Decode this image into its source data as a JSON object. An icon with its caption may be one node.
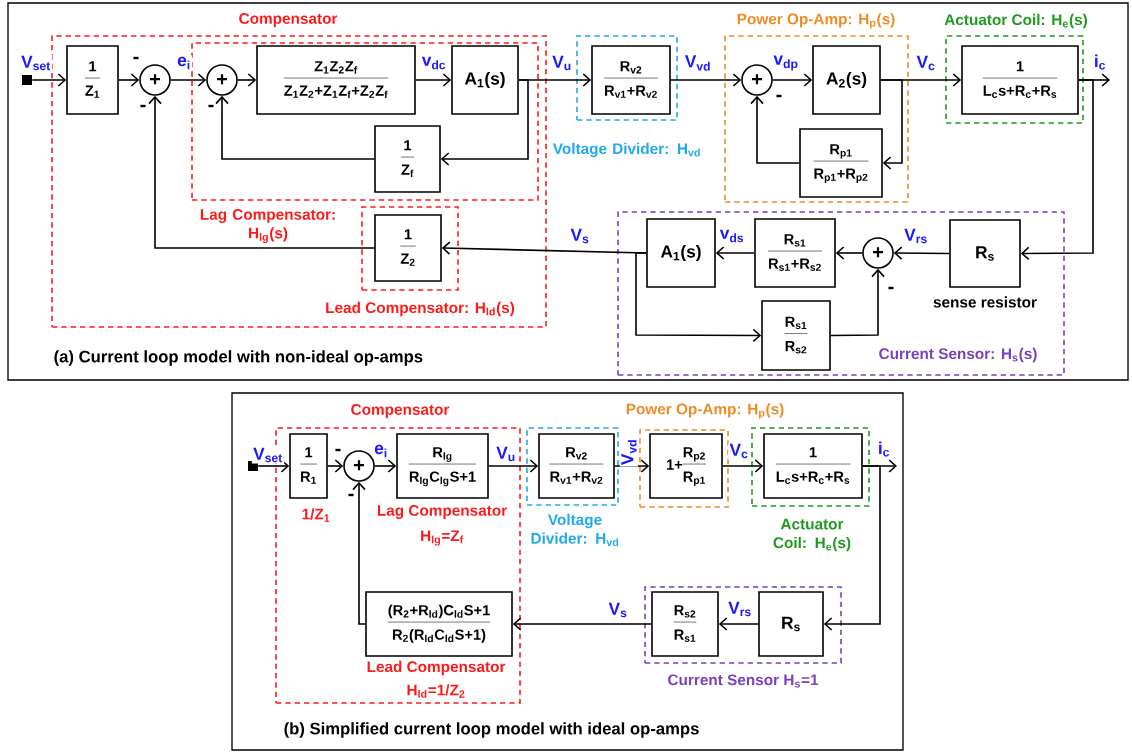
{
  "diagram": {
    "nodes": [
      {
        "text": [
          "(a) Current loop model with non-ideal op-amps"
        ]
      },
      {
        "text": [
          "Compensator"
        ],
        "in": 0
      },
      {
        "text": [
          "Lag Compensator: H$_{lg}$(s)"
        ],
        "in": 1
      },
      {
        "text": [
          "Lead Compensator: H$_{ld}$(s)"
        ],
        "in": 1
      },
      {
        "text": [
          "Voltage Divider: H$_{vd}$"
        ],
        "in": 0
      },
      {
        "text": [
          "Power Op-Amp: H$_{p}$(s)"
        ],
        "in": 0
      },
      {
        "text": [
          "Actuator Coil: H$_{e}$(s)"
        ],
        "in": 0
      },
      {
        "text": [
          "Current Sensor: H$_{s}$(s)"
        ],
        "in": 0
      },
      {
        "text": [],
        "shape": "box",
        "in": 0
      },
      {
        "text": [
          "1",
          "Z$_{1}$"
        ],
        "in": 1
      },
      {
        "text": [
          "+"
        ],
        "in": 1,
        "beside": [
          "-",
          "-"
        ]
      },
      {
        "text": [
          "+"
        ],
        "in": 2,
        "beside": [
          "-"
        ]
      },
      {
        "text": [
          "Z$_{1}$Z$_{2}$Z$_{f}$",
          "Z$_{1}$Z$_{2}$+Z$_{1}$Z$_{f}$+Z$_{2}$Z$_{f}$"
        ],
        "in": 2
      },
      {
        "text": [
          "A$_{1}$(s)"
        ],
        "in": 2
      },
      {
        "text": [
          "1",
          "Z$_{f}$"
        ],
        "in": 2
      },
      {
        "text": [
          "1",
          "Z$_{2}$"
        ],
        "in": 3
      },
      {
        "text": [
          "R$_{v2}$",
          "R$_{v1}$+R$_{v2}$"
        ],
        "in": 4
      },
      {
        "text": [
          "+"
        ],
        "in": 5,
        "beside": [
          "-"
        ]
      },
      {
        "text": [
          "A$_{2}$(s)"
        ],
        "in": 5
      },
      {
        "text": [
          "R$_{p1}$",
          "R$_{p1}$+R$_{p2}$"
        ],
        "in": 5
      },
      {
        "text": [
          "1",
          "L$_{c}$s+R$_{c}$+R$_{s}$"
        ],
        "in": 6
      },
      {
        "text": [
          "R$_{s}$"
        ],
        "in": 7,
        "beside": [
          "sense resistor"
        ]
      },
      {
        "text": [
          "+"
        ],
        "in": 7,
        "beside": [
          "-"
        ]
      },
      {
        "text": [
          "R$_{s1}$",
          "R$_{s1}$+R$_{s2}$"
        ],
        "in": 7
      },
      {
        "text": [
          "A$_{1}$(s)"
        ],
        "in": 7
      },
      {
        "text": [
          "R$_{s1}$",
          "R$_{s2}$"
        ],
        "in": 7
      },
      {
        "text": [
          "(b) Simplified current loop model with ideal op-amps"
        ]
      },
      {
        "text": [
          "Compensator"
        ],
        "in": 26
      },
      {
        "text": [
          "Voltage Divider: H$_{vd}$"
        ],
        "in": 26
      },
      {
        "text": [
          "Power Op-Amp: H$_{p}$(s)"
        ],
        "in": 26
      },
      {
        "text": [
          "Actuator Coil: H$_{e}$(s)"
        ],
        "in": 26
      },
      {
        "text": [
          "Current Sensor H$_{s}$=1"
        ],
        "in": 26
      },
      {
        "text": [],
        "shape": "box",
        "in": 26
      },
      {
        "text": [
          "1",
          "R$_{1}$"
        ],
        "in": 27,
        "beside": [
          "1/Z$_{1}$"
        ]
      },
      {
        "text": [
          "+"
        ],
        "in": 27,
        "beside": [
          "-",
          "-"
        ]
      },
      {
        "text": [
          "R$_{lg}$",
          "R$_{lg}$C$_{lg}$S+1"
        ],
        "in": 27,
        "beside": [
          "Lag Compensator",
          "H$_{lg}$=Z$_{f}$"
        ]
      },
      {
        "text": [
          "R$_{v2}$",
          "R$_{v1}$+R$_{v2}$"
        ],
        "in": 28
      },
      {
        "text": [
          "1+",
          "R$_{p2}$",
          "R$_{p1}$"
        ],
        "in": 29
      },
      {
        "text": [
          "1",
          "L$_{c}$s+R$_{c}$+R$_{s}$"
        ],
        "in": 30
      },
      {
        "text": [
          "R$_{s}$"
        ],
        "in": 31
      },
      {
        "text": [
          "R$_{s2}$",
          "R$_{s1}$"
        ],
        "in": 31
      },
      {
        "text": [
          "(R$_{2}$+R$_{ld}$)C$_{ld}$S+1",
          "R$_{2}$(R$_{ld}$C$_{ld}$S+1)"
        ],
        "in": 27,
        "beside": [
          "Lead Compensator",
          "H$_{ld}$=1/Z$_{2}$"
        ]
      }
    ],
    "edges": [
      {
        "from": 8,
        "to": 9,
        "arrow": "to",
        "label": "V$_{set}$"
      },
      {
        "from": 9,
        "to": 10,
        "arrow": "to"
      },
      {
        "from": 10,
        "to": 11,
        "arrow": "to",
        "label": "e$_{i}$"
      },
      {
        "from": 11,
        "to": 12,
        "arrow": "to"
      },
      {
        "from": 12,
        "to": 13,
        "arrow": "to",
        "label": "v$_{dc}$"
      },
      {
        "from": 13,
        "to": 16,
        "arrow": "to",
        "label": "V$_{u}$"
      },
      {
        "from": 13,
        "to": 14,
        "arrow": "to"
      },
      {
        "from": 14,
        "to": 11,
        "arrow": "to"
      },
      {
        "from": 16,
        "to": 17,
        "arrow": "to",
        "label": "V$_{vd}$"
      },
      {
        "from": 17,
        "to": 18,
        "arrow": "to",
        "label": "v$_{dp}$"
      },
      {
        "from": 18,
        "to": 20,
        "arrow": "to",
        "label": "V$_{c}$"
      },
      {
        "from": 18,
        "to": 19,
        "arrow": "to"
      },
      {
        "from": 19,
        "to": 17,
        "arrow": "to"
      },
      {
        "from": 20,
        "to": null,
        "arrow": "to",
        "label": "i$_{c}$"
      },
      {
        "from": 20,
        "to": 21,
        "arrow": "to"
      },
      {
        "from": 21,
        "to": 22,
        "arrow": "to",
        "label": "V$_{rs}$"
      },
      {
        "from": 22,
        "to": 23,
        "arrow": "to"
      },
      {
        "from": 23,
        "to": 24,
        "arrow": "to",
        "label": "v$_{ds}$"
      },
      {
        "from": 24,
        "to": 15,
        "arrow": "to",
        "label": "V$_{s}$"
      },
      {
        "from": 15,
        "to": 10,
        "arrow": "to"
      },
      {
        "from": 24,
        "to": 25,
        "arrow": "to"
      },
      {
        "from": 25,
        "to": 22,
        "arrow": "to"
      },
      {
        "from": 32,
        "to": 33,
        "arrow": "to",
        "label": "V$_{set}$"
      },
      {
        "from": 33,
        "to": 34,
        "arrow": "to"
      },
      {
        "from": 34,
        "to": 35,
        "arrow": "to",
        "label": "e$_{i}$"
      },
      {
        "from": 35,
        "to": 36,
        "arrow": "to",
        "label": "V$_{u}$"
      },
      {
        "from": 36,
        "to": 37,
        "arrow": "to",
        "label": "V$_{vd}$"
      },
      {
        "from": 37,
        "to": 38,
        "arrow": "to",
        "label": "V$_{c}$"
      },
      {
        "from": 38,
        "to": null,
        "arrow": "to",
        "label": "i$_{c}$"
      },
      {
        "from": 38,
        "to": 39,
        "arrow": "to"
      },
      {
        "from": 39,
        "to": 40,
        "arrow": "to",
        "label": "V$_{rs}$"
      },
      {
        "from": 40,
        "to": 41,
        "arrow": "to",
        "label": "V$_{s}$"
      },
      {
        "from": 41,
        "to": 34,
        "arrow": "to"
      }
    ]
  }
}
